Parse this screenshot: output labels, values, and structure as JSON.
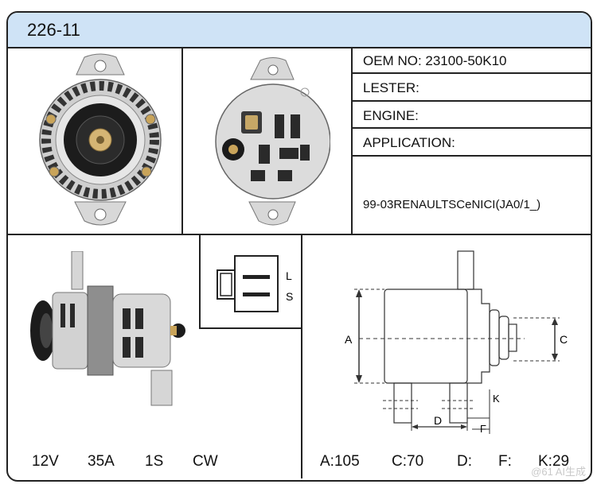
{
  "header": {
    "title": "226-11"
  },
  "info": {
    "oem_label": "OEM NO: 23100-50K10",
    "lester_label": "LESTER:",
    "engine_label": "ENGINE:",
    "application_label": "APPLICATION:",
    "application_value": "99-03RENAULTSCeNICI(JA0/1_)"
  },
  "plug": {
    "pin1": "L",
    "pin2": "S"
  },
  "specs_left": {
    "voltage": "12V",
    "amperage": "35A",
    "groove": "1S",
    "rotation": "CW"
  },
  "diagram": {
    "label_a": "A",
    "label_c": "C",
    "label_d": "D",
    "label_f": "F",
    "label_k": "K"
  },
  "specs_right": {
    "a": "A:105",
    "c": "C:70",
    "d": "D:",
    "f": "F:",
    "k": "K:29"
  },
  "watermark": "@61 AI生成"
}
